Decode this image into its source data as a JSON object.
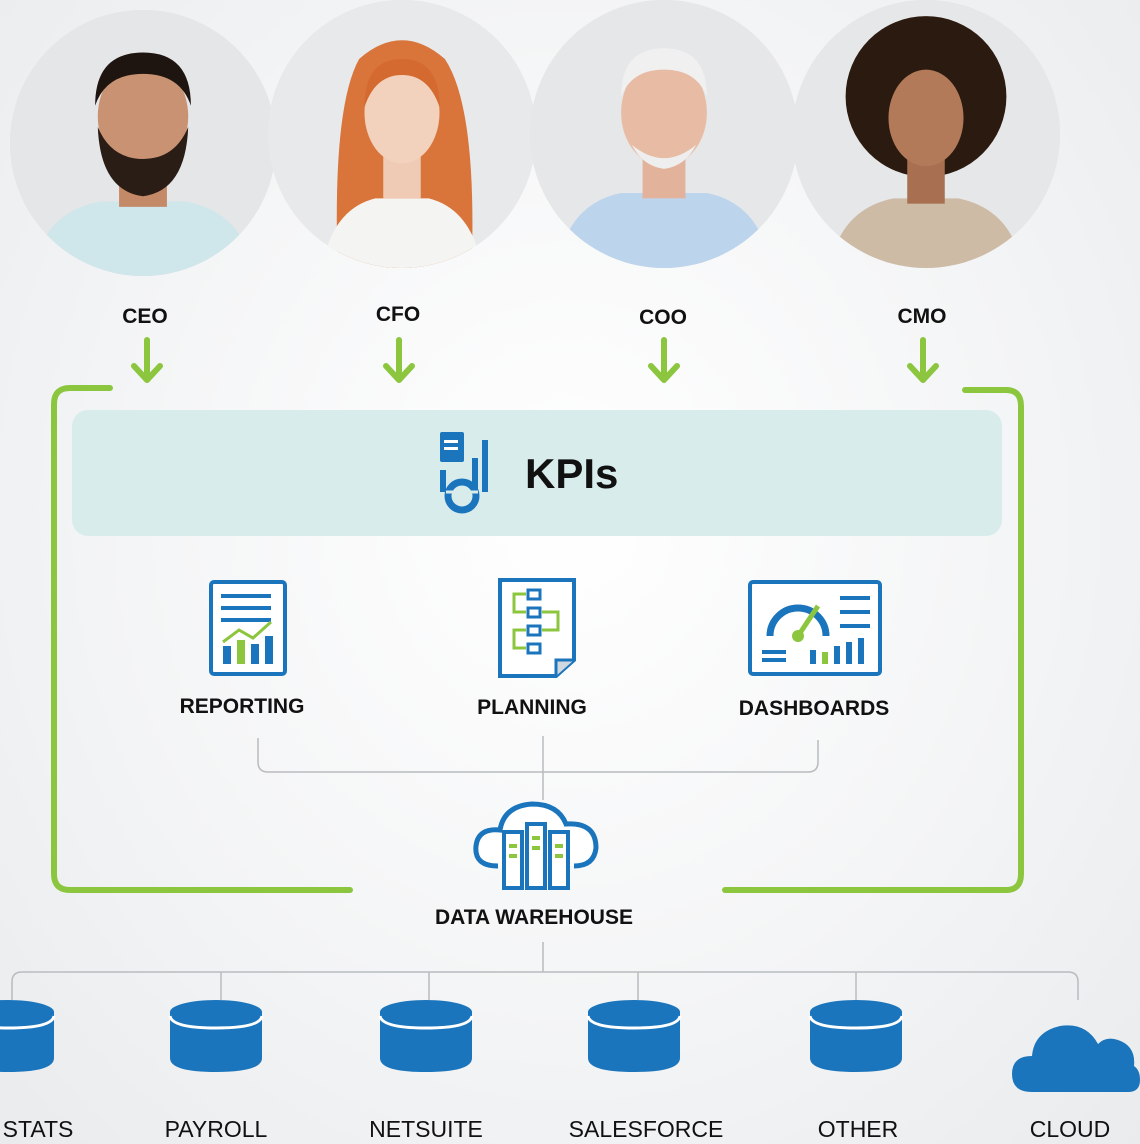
{
  "roles": [
    {
      "label": "CEO"
    },
    {
      "label": "CFO"
    },
    {
      "label": "COO"
    },
    {
      "label": "CMO"
    }
  ],
  "kpi": {
    "title": "KPIs"
  },
  "tools": [
    {
      "label": "REPORTING",
      "icon": "reporting-icon"
    },
    {
      "label": "PLANNING",
      "icon": "planning-icon"
    },
    {
      "label": "DASHBOARDS",
      "icon": "dashboards-icon"
    }
  ],
  "warehouse": {
    "label": "DATA WAREHOUSE",
    "icon": "cloud-server-icon"
  },
  "sources": [
    {
      "label": "STATS",
      "icon": "database-icon"
    },
    {
      "label": "PAYROLL",
      "icon": "database-icon"
    },
    {
      "label": "NETSUITE",
      "icon": "database-icon"
    },
    {
      "label": "SALESFORCE",
      "icon": "database-icon"
    },
    {
      "label": "OTHER",
      "icon": "database-icon"
    },
    {
      "label": "CLOUD",
      "icon": "cloud-icon"
    }
  ],
  "colors": {
    "accent_green": "#8cc63f",
    "icon_blue": "#1b75bc",
    "kpi_band": "#d9ecec",
    "connector_gray": "#b8bcbf"
  }
}
